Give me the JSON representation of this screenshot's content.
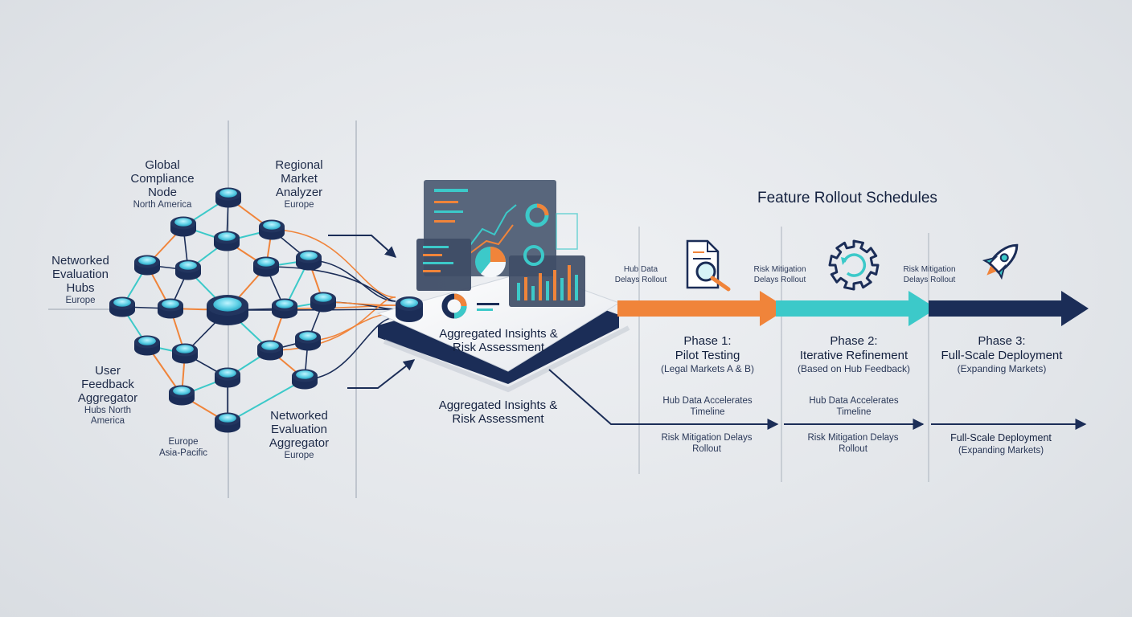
{
  "title": "Feature Rollout Schedules",
  "nodes": [
    {
      "name": "Global Compliance Node",
      "region": "North America"
    },
    {
      "name": "Regional Market Analyzer",
      "region": "Europe"
    },
    {
      "name": "Networked Evaluation Hubs",
      "region": "Europe"
    },
    {
      "name": "User Feedback Aggregator",
      "region": "Hubs North America"
    },
    {
      "name": "Networked Evaluation Aggregator",
      "region": "Europe"
    }
  ],
  "extra_regions": [
    "Europe",
    "Asia-Pacific"
  ],
  "aggregation": {
    "platform_label": "Aggregated Insights & Risk Assessment",
    "below_label": "Aggregated Insights & Risk Assessment"
  },
  "phases": [
    {
      "title": "Phase 1:",
      "name": "Pilot Testing",
      "detail": "(Legal Markets A & B)",
      "color": "#f0843a"
    },
    {
      "title": "Phase 2:",
      "name": "Iterative Refinement",
      "detail": "(Based on Hub Feedback)",
      "color": "#3cc9c9"
    },
    {
      "title": "Phase 3:",
      "name": "Full-Scale Deployment",
      "detail": "(Expanding Markets)",
      "color": "#1b2d57"
    }
  ],
  "phase_icons": [
    "document-search-icon",
    "gear-refresh-icon",
    "rocket-icon"
  ],
  "top_notes": [
    "Hub Data Delays Rollout",
    "Risk Mitigation Delays Rollout",
    "Risk Mitigation Delays Rollout"
  ],
  "accelerate_notes": [
    "Hub Data Accelerates Timeline",
    "Hub Data Accelerates Timeline"
  ],
  "mitigation_notes": [
    "Risk Mitigation Delays Rollout",
    "Risk Mitigation Delays Rollout"
  ],
  "final_note": {
    "name": "Full-Scale Deployment",
    "detail": "(Expanding Markets)"
  },
  "colors": {
    "navy": "#1b2d57",
    "orange": "#f0843a",
    "teal": "#3cc9c9",
    "node": "#5fd0e6"
  }
}
